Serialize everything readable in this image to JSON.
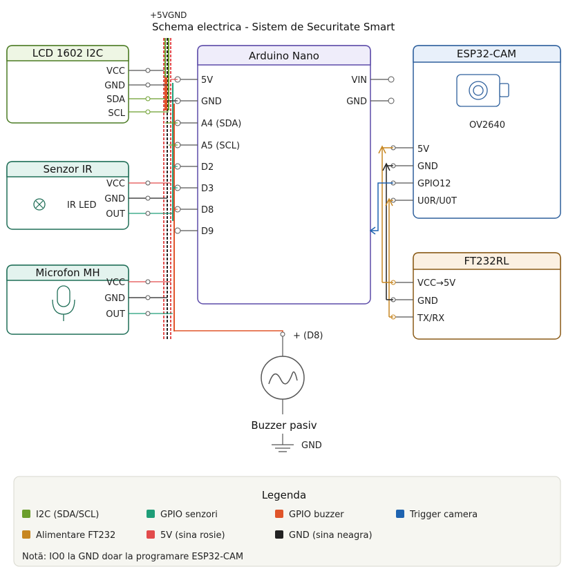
{
  "diagram": {
    "top_label": "+5VGND",
    "title": "Schema electrica - Sistem de Securitate Smart",
    "lcd": {
      "title": "LCD 1602 I2C",
      "pins": [
        "VCC",
        "GND",
        "SDA",
        "SCL"
      ]
    },
    "ir": {
      "title": "Senzor IR",
      "pins": [
        "VCC",
        "GND",
        "OUT"
      ],
      "led_label": "IR LED"
    },
    "mic": {
      "title": "Microfon MH",
      "pins": [
        "VCC",
        "GND",
        "OUT"
      ]
    },
    "arduino": {
      "title": "Arduino Nano",
      "left_pins": [
        "5V",
        "GND",
        "A4 (SDA)",
        "A5 (SCL)",
        "D2",
        "D3",
        "D8",
        "D9"
      ],
      "right_pins": [
        "VIN",
        "GND"
      ]
    },
    "esp32": {
      "title": "ESP32-CAM",
      "camera_label": "OV2640",
      "pins": [
        "5V",
        "GND",
        "GPIO12",
        "U0R/U0T"
      ]
    },
    "ft232": {
      "title": "FT232RL",
      "pins": [
        "VCC→5V",
        "GND",
        "TX/RX"
      ]
    },
    "buzzer": {
      "plus_label": "+ (D8)",
      "name": "Buzzer pasiv",
      "gnd_label": "GND"
    },
    "legend": {
      "title": "Legenda",
      "items": [
        {
          "label": "I2C (SDA/SCL)",
          "color": "#6b9e2c"
        },
        {
          "label": "GPIO senzori",
          "color": "#1f9e78"
        },
        {
          "label": "GPIO buzzer",
          "color": "#e0552a"
        },
        {
          "label": "Trigger camera",
          "color": "#1e63b0"
        },
        {
          "label": "Alimentare FT232",
          "color": "#c78620"
        },
        {
          "label": "5V (sina rosie)",
          "color": "#e24b4b"
        },
        {
          "label": "GND (sina neagra)",
          "color": "#222222"
        }
      ],
      "note": "Notă: IO0 la GND doar la programare ESP32-CAM"
    },
    "colors": {
      "lcd_border": "#4a7a22",
      "lcd_header": "#eef6e4",
      "sensor_border": "#1f6e57",
      "sensor_header": "#e3f3ee",
      "arduino_border": "#5b4aa8",
      "arduino_header": "#efedfa",
      "esp_border": "#2d5f9c",
      "esp_header": "#e8f0fa",
      "ft_border": "#8a5a16",
      "ft_header": "#fbf0e2",
      "legend_bg": "#f6f6f1",
      "legend_border": "#d8d8cf"
    }
  }
}
